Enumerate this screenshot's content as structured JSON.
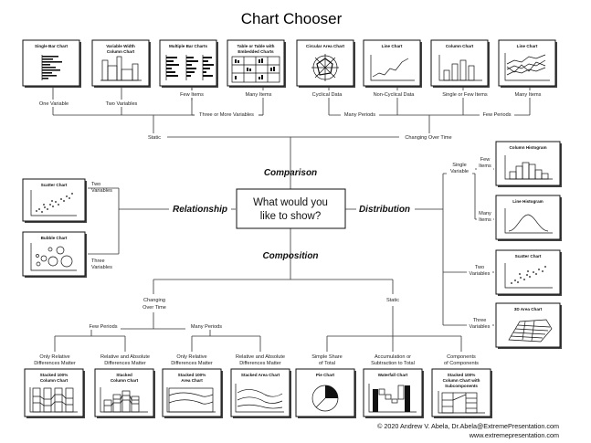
{
  "title": "Chart Chooser",
  "question": [
    "What would you",
    "like to show?"
  ],
  "categories": {
    "comparison": "Comparison",
    "relationship": "Relationship",
    "distribution": "Distribution",
    "composition": "Composition"
  },
  "comparison": {
    "static": "Static",
    "changing": "Changing Over Time",
    "one_variable": "One Variable",
    "two_variables": "Two Variables",
    "few_items": "Few Items",
    "many_items": "Many Items",
    "three_or_more": "Three or More Variables",
    "cyclical": "Cyclical Data",
    "non_cyclical": "Non-Cyclical Data",
    "single_or_few": "Single or Few Items",
    "many_items_2": "Many Items",
    "many_periods": "Many Periods",
    "few_periods": "Few Periods",
    "charts": [
      [
        "Single Bar Chart",
        ""
      ],
      [
        "Variable Width",
        "Column Chart"
      ],
      [
        "Multiple Bar Charts",
        ""
      ],
      [
        "Table or Table with",
        "Embedded Charts"
      ],
      [
        "Circular Area Chart",
        ""
      ],
      [
        "Line Chart",
        ""
      ],
      [
        "Column Chart",
        ""
      ],
      [
        "Line Chart",
        ""
      ]
    ]
  },
  "relationship": {
    "two_variables": [
      "Two",
      "Variables"
    ],
    "three_variables": [
      "Three",
      "Variables"
    ],
    "charts": [
      "Scatter Chart",
      "Bubble Chart"
    ]
  },
  "distribution": {
    "single_variable": [
      "Single",
      "Variable"
    ],
    "few_items": [
      "Few",
      "Items"
    ],
    "many_items": [
      "Many",
      "Items"
    ],
    "two_variables": [
      "Two",
      "Variables"
    ],
    "three_variables": [
      "Three",
      "Variables"
    ],
    "charts": [
      "Column Histogram",
      "Line Histogram",
      "Scatter Chart",
      "3D Area Chart"
    ]
  },
  "composition": {
    "changing": [
      "Changing",
      "Over Time"
    ],
    "static": "Static",
    "few_periods": "Few Periods",
    "many_periods": "Many Periods",
    "conditions": [
      [
        "Only Relative",
        "Differences Matter"
      ],
      [
        "Relative and Absolute",
        "Differences Matter"
      ],
      [
        "Only Relative",
        "Differences Matter"
      ],
      [
        "Relative and Absolute",
        "Differences Matter"
      ],
      [
        "Simple Share",
        "of Total"
      ],
      [
        "Accumulation or",
        "Subtraction to Total"
      ],
      [
        "Components",
        "of Components"
      ]
    ],
    "charts": [
      [
        "Stacked 100%",
        "Column Chart",
        ""
      ],
      [
        "Stacked",
        "Column Chart",
        ""
      ],
      [
        "Stacked 100%",
        "Area Chart",
        ""
      ],
      [
        "Stacked Area Chart",
        "",
        ""
      ],
      [
        "Pie Chart",
        "",
        ""
      ],
      [
        "Waterfall Chart",
        "",
        ""
      ],
      [
        "Stacked 100%",
        "Column Chart with",
        "Subcomponents"
      ]
    ]
  },
  "footer": {
    "line1": "© 2020  Andrew V. Abela, Dr.Abela@ExtremePresentation.com",
    "line2": "www.extremepresentation.com"
  }
}
